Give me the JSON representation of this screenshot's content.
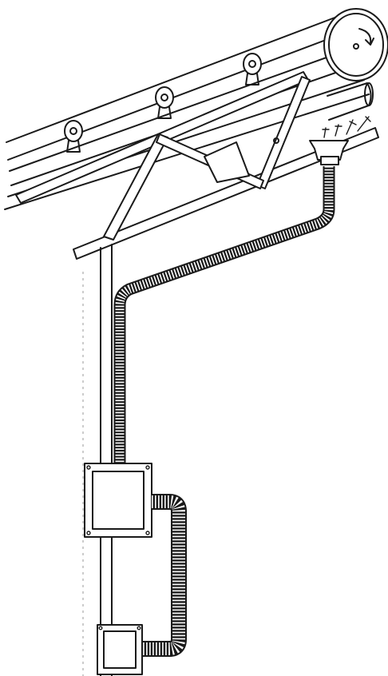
{
  "figure": {
    "description_visible_text": "",
    "ink_color": "#1a1a1a",
    "paper_color": "#ffffff",
    "drive_pulley_rotation": "clockwise",
    "trolley_count": 3,
    "junction_box_count": 2
  }
}
